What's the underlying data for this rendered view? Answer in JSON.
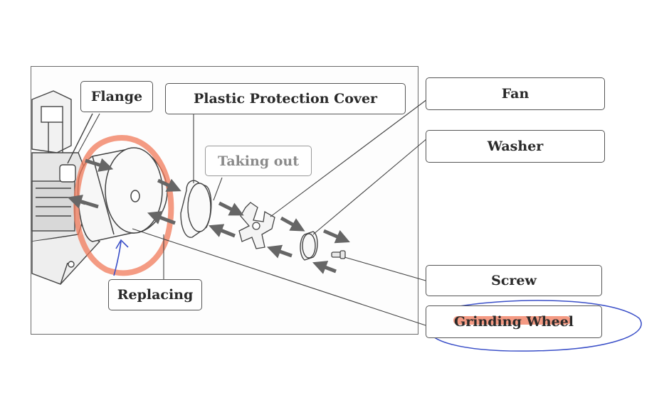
{
  "labels": {
    "flange": "Flange",
    "plastic_protection_cover": "Plastic Protection Cover",
    "fan": "Fan",
    "washer": "Washer",
    "taking_out": "Taking out",
    "screw": "Screw",
    "replacing": "Replacing",
    "grinding_wheel": "Grinding Wheel"
  },
  "colors": {
    "highlight_red": "#f07a5a",
    "pen_blue": "#3a4fc8",
    "line_dark": "#444444",
    "arrow_gray": "#666666"
  }
}
